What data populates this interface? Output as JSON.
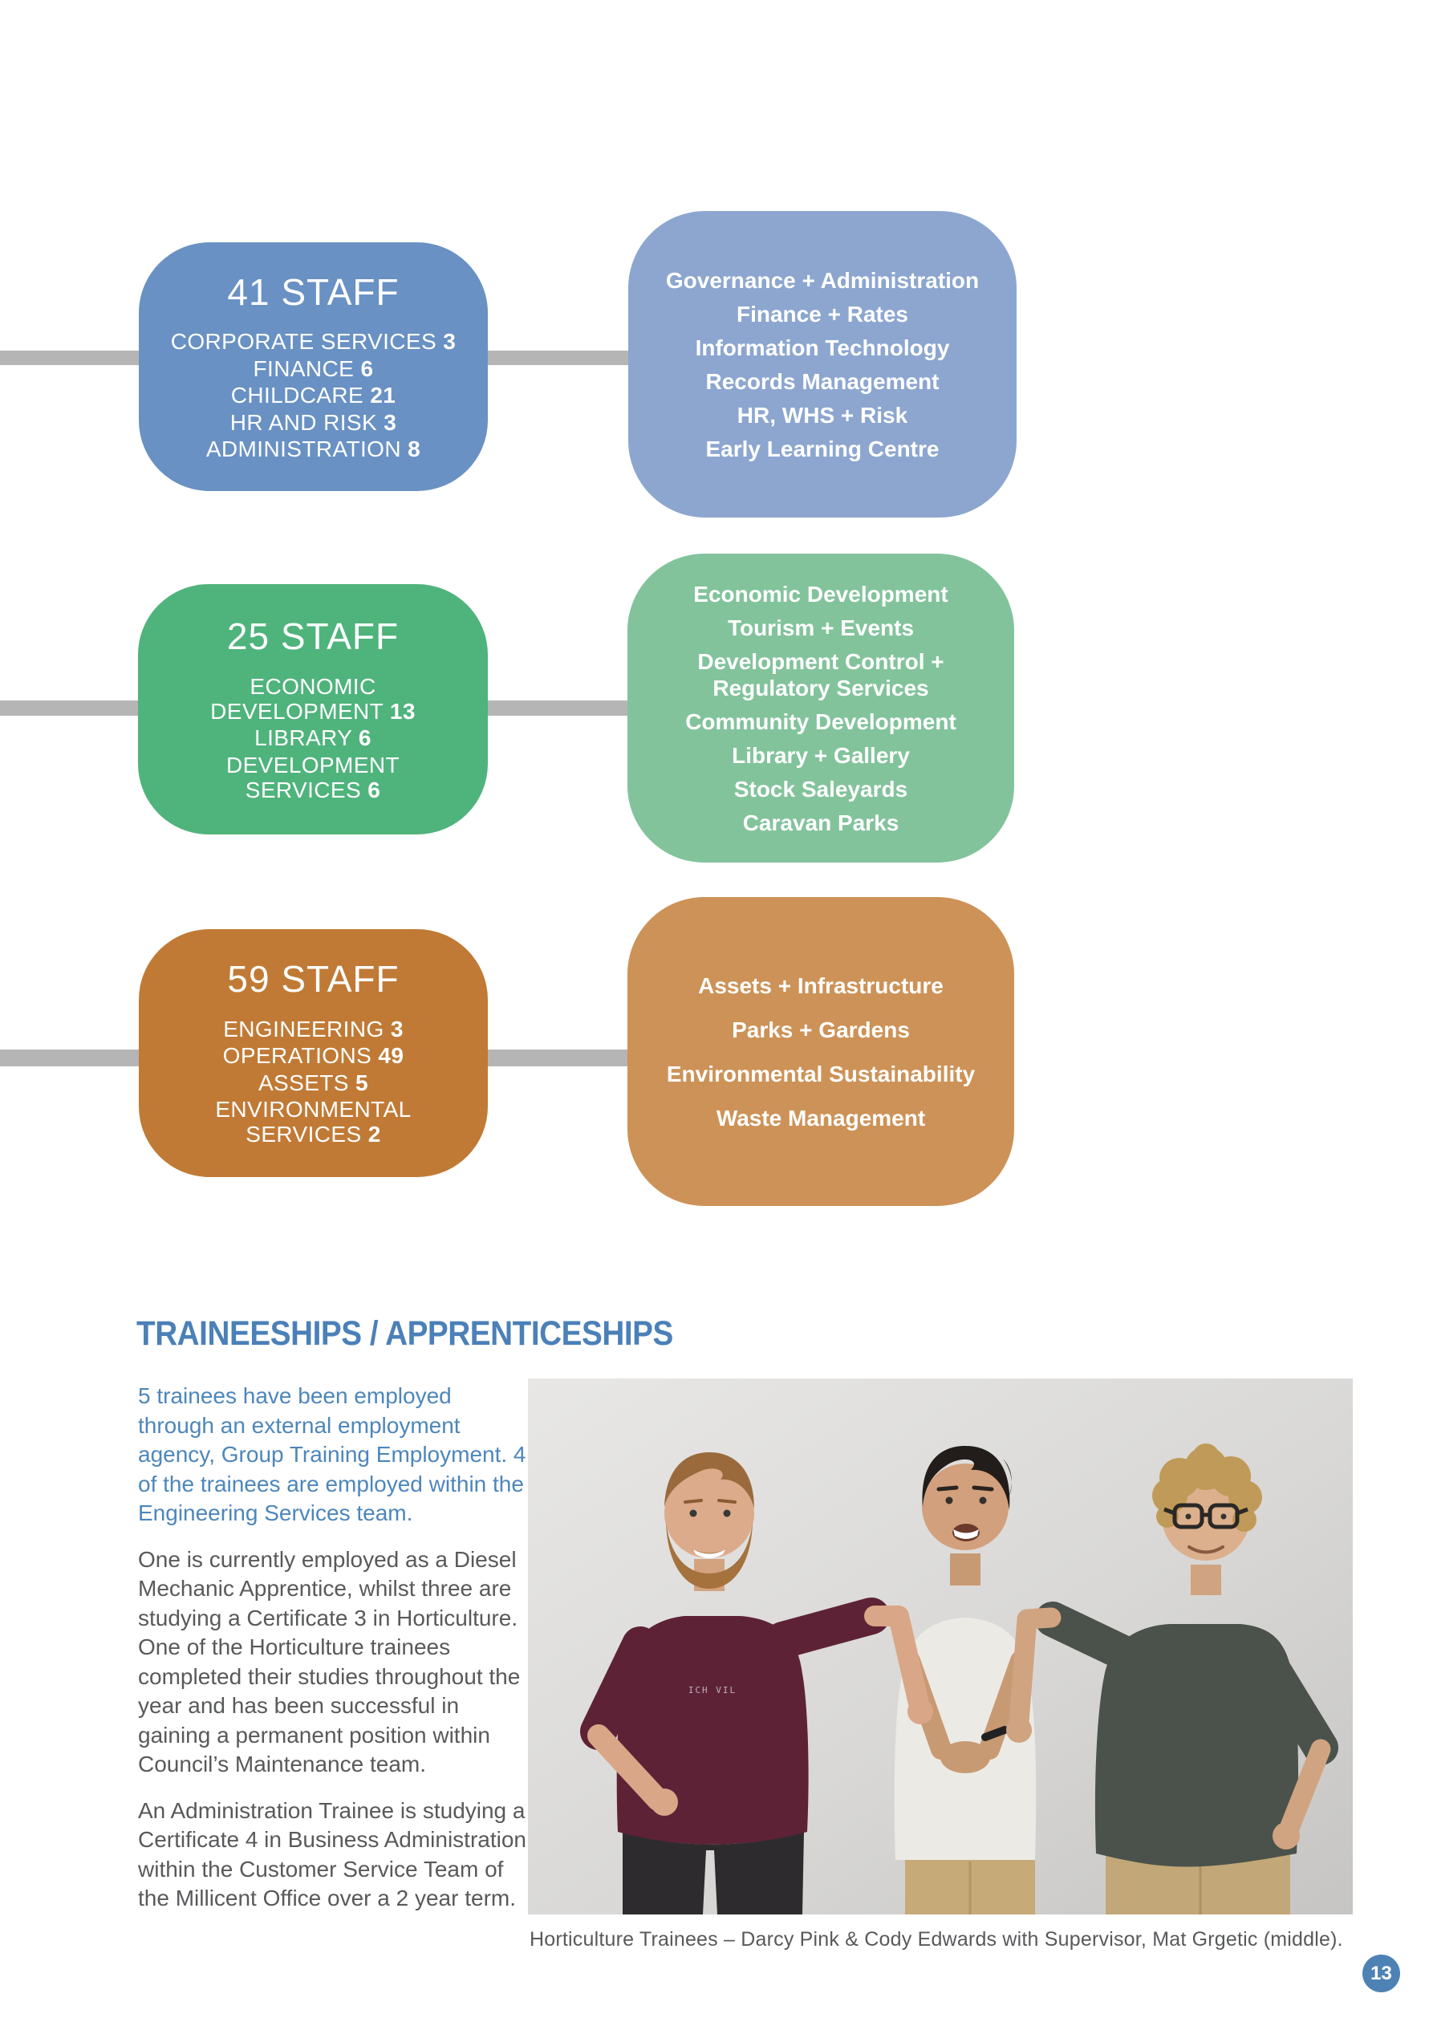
{
  "palette": {
    "staff_blue": "#6991c3",
    "dept_blue": "#8ca6cf",
    "staff_green": "#4fb37c",
    "dept_green": "#82c39b",
    "staff_orange": "#c07a35",
    "dept_orange": "#cd9257",
    "connector_gray": "#b5b5b5",
    "heading_blue": "#4b80b8",
    "body_blue": "#4d86bb",
    "body_gray": "#58595b",
    "badge_blue": "#4e82b4"
  },
  "org_chart": {
    "groups": [
      {
        "staff_title": "41 STAFF",
        "staff_lines": [
          {
            "label": "CORPORATE SERVICES",
            "count": "3"
          },
          {
            "label": "FINANCE",
            "count": "6"
          },
          {
            "label": "CHILDCARE",
            "count": "21"
          },
          {
            "label": "HR AND RISK",
            "count": "3"
          },
          {
            "label": "ADMINISTRATION",
            "count": "8"
          }
        ],
        "departments": [
          "Governance + Administration",
          "Finance + Rates",
          "Information Technology",
          "Records Management",
          "HR, WHS + Risk",
          "Early Learning Centre"
        ]
      },
      {
        "staff_title": "25 STAFF",
        "staff_lines": [
          {
            "label": "ECONOMIC\nDEVELOPMENT",
            "count": "13"
          },
          {
            "label": "LIBRARY",
            "count": "6"
          },
          {
            "label": "DEVELOPMENT\nSERVICES",
            "count": "6"
          }
        ],
        "departments": [
          "Economic Development",
          "Tourism + Events",
          "Development Control +\nRegulatory Services",
          "Community Development",
          "Library + Gallery",
          "Stock Saleyards",
          "Caravan Parks"
        ]
      },
      {
        "staff_title": "59 STAFF",
        "staff_lines": [
          {
            "label": "ENGINEERING",
            "count": "3"
          },
          {
            "label": "OPERATIONS",
            "count": "49"
          },
          {
            "label": "ASSETS",
            "count": "5"
          },
          {
            "label": "ENVIRONMENTAL\nSERVICES",
            "count": "2"
          }
        ],
        "departments": [
          "Assets + Infrastructure",
          "Parks + Gardens",
          "Environmental Sustainability",
          "Waste Management"
        ]
      }
    ]
  },
  "traineeships": {
    "heading": "TRAINEESHIPS / APPRENTICESHIPS",
    "intro": "5 trainees have been employed through an external employment agency, Group Training Employment. 4 of the trainees are employed within the Engineering Services team.",
    "body": [
      "One is currently employed as a Diesel Mechanic Apprentice, whilst three are studying a Certificate 3 in Horticulture. One of the Horticulture trainees completed their studies throughout the year and has been successful in gaining a permanent position within Council’s Maintenance team.",
      "An Administration Trainee is studying a Certificate 4 in Business Administration within the Customer Service Team of the Millicent Office over a 2 year term."
    ],
    "photo": {
      "caption": "Horticulture Trainees – Darcy Pink & Cody Edwards with Supervisor, Mat Grgetic (middle).",
      "shirt_logo": "ICH VIL"
    }
  },
  "page_number": "13"
}
